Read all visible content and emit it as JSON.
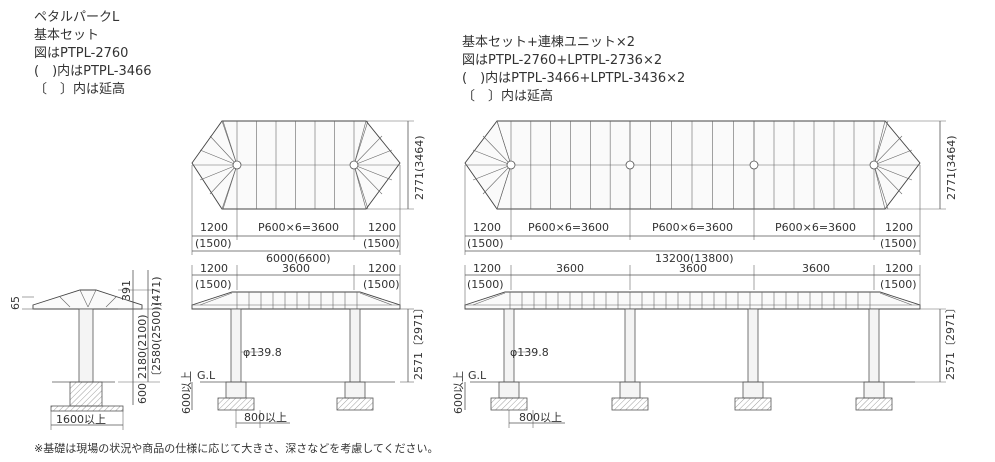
{
  "left_header": {
    "line1": "ペタルパークL",
    "line2": "基本セット",
    "line3": "図はPTPL-2760",
    "line4": "(　)内はPTPL-3466",
    "line5": "〔　〕内は延高"
  },
  "right_header": {
    "line1": "基本セット+連棟ユニット×2",
    "line2": "図はPTPL-2760+LPTPL-2736×2",
    "line3": "(　)内はPTPL-3466+LPTPL-3436×2",
    "line4": "〔　〕内は延高"
  },
  "plan_left": {
    "end_width": "1200",
    "end_width_alt": "(1500)",
    "mid_label": "P600×6=3600",
    "total": "6000(6600)",
    "depth": "2771(3464)"
  },
  "plan_right": {
    "end_width": "1200",
    "end_width_alt": "(1500)",
    "mid_label": "P600×6=3600",
    "total": "13200(13800)",
    "depth": "2771(3464)"
  },
  "side_view": {
    "top_h": "391",
    "top_h_alt": "(471)",
    "eave": "65",
    "height": "2180(2100)",
    "height_ext": "〔2580(2500)〕",
    "found_depth": "600",
    "found_width": "1600以上"
  },
  "front_left": {
    "end": "1200",
    "end_alt": "(1500)",
    "mid": "3600",
    "post_dia": "φ139.8",
    "gl": "G.L",
    "height": "2571〔2971〕",
    "found_depth": "600以上",
    "found_spacing": "800以上"
  },
  "front_right": {
    "end": "1200",
    "end_alt": "(1500)",
    "mid": "3600",
    "post_dia": "φ139.8",
    "gl": "G.L",
    "height": "2571〔2971〕",
    "found_depth": "600以上",
    "found_spacing": "800以上"
  },
  "footnote": "※基礎は現場の状況や商品の仕様に応じて大きさ、深さなどを考慮してください。"
}
